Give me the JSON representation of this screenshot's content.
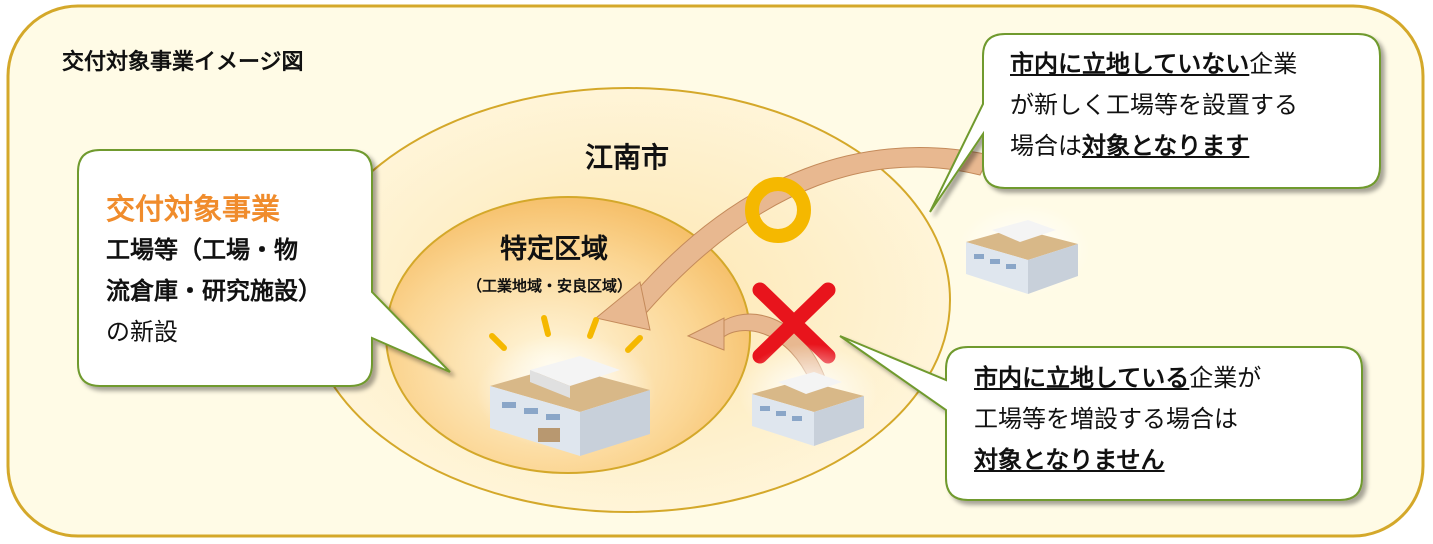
{
  "title": "交付対象事業イメージ図",
  "city_label": "江南市",
  "zone": {
    "label": "特定区域",
    "sublabel": "（工業地域・安良区域）"
  },
  "left_bubble": {
    "heading": "交付対象事業",
    "line1": "工場等（工場・物",
    "line2": "流倉庫・研究施設）",
    "line3": "の新設"
  },
  "top_right_bubble": {
    "bold_underlined": "市内に立地していない",
    "line1_rest": "企業",
    "line2": "が新しく工場等を設置する",
    "line3_prefix": "場合は",
    "line3_bold": "対象となります"
  },
  "bottom_right_bubble": {
    "bold_underlined": "市内に立地している",
    "line1_rest": "企業が",
    "line2": "工場等を増設する場合は",
    "line3_bold": "対象となりません"
  },
  "symbols": {
    "circle_mark": "circle-ok-icon",
    "cross_mark": "cross-ng-icon"
  },
  "colors": {
    "frame_border": "#d4a82a",
    "frame_fill": "#fffbe6",
    "bubble_border": "#6f9a2e",
    "orange": "#f08c2c",
    "circle_yellow": "#f5b800",
    "cross_red": "#e8141c",
    "arrow_fill": "#e8b890"
  }
}
